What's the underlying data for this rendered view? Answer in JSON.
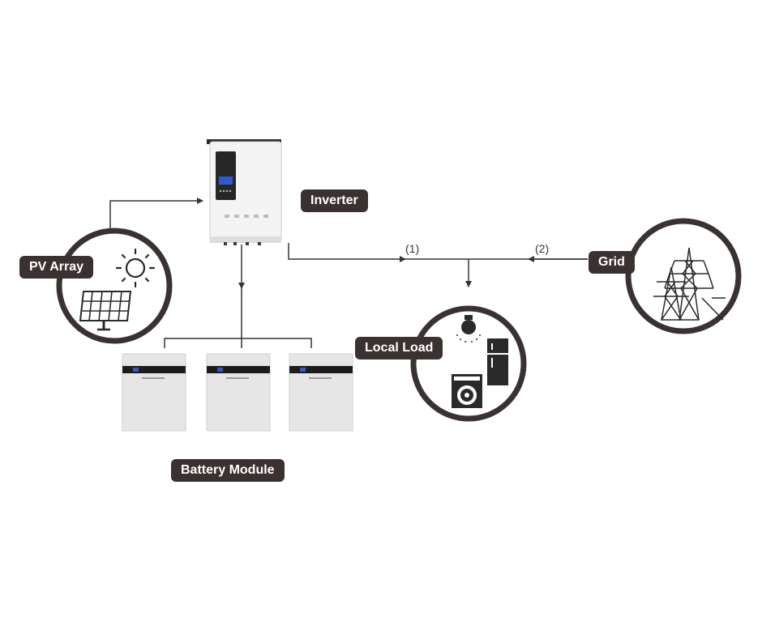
{
  "labels": {
    "inverter": "Inverter",
    "pv_array": "PV Array",
    "grid": "Grid",
    "local_load": "Local Load",
    "battery_module": "Battery Module"
  },
  "paths": {
    "path1": "(1)",
    "path2": "(2)"
  },
  "colors": {
    "line": "#3a3230",
    "label_bg": "#3a3230",
    "label_text": "#ffffff",
    "device_body": "#f2f2f2",
    "battery_body": "#e4e4e4",
    "battery_band": "#1c1c1c"
  },
  "icons": {
    "pv": [
      "sun-icon",
      "solar-panel-icon"
    ],
    "grid": "transmission-tower-icon",
    "load": [
      "light-bulb-icon",
      "refrigerator-icon",
      "washing-machine-icon"
    ]
  }
}
